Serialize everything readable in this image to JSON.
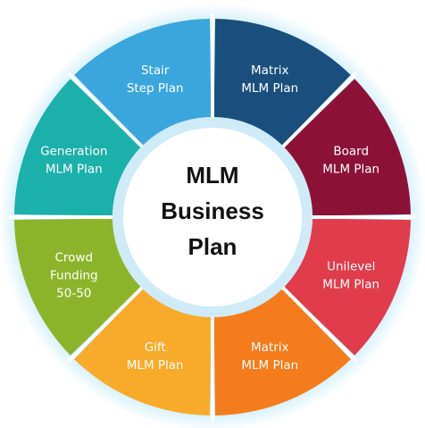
{
  "center": {
    "title_lines": [
      "MLM",
      "Business",
      "Plan"
    ]
  },
  "segments": [
    {
      "lines": [
        "Matrix",
        "MLM Plan"
      ],
      "color": "#1a4f7d"
    },
    {
      "lines": [
        "Board",
        "MLM Plan"
      ],
      "color": "#8b1236"
    },
    {
      "lines": [
        "Unilevel",
        "MLM Plan"
      ],
      "color": "#e03c4c"
    },
    {
      "lines": [
        "Matrix",
        "MLM Plan"
      ],
      "color": "#f47c1c"
    },
    {
      "lines": [
        "Gift",
        "MLM Plan"
      ],
      "color": "#f8aa2a"
    },
    {
      "lines": [
        "Crowd",
        "Funding",
        "50-50"
      ],
      "color": "#8cb42a"
    },
    {
      "lines": [
        "Generation",
        "MLM Plan"
      ],
      "color": "#1cb0ab"
    },
    {
      "lines": [
        "Stair",
        "Step Plan"
      ],
      "color": "#3aa6dc"
    }
  ],
  "colors": {
    "glow": "#5ec8f0",
    "inner_ring": "#cfeaf6",
    "hub": "#ffffff"
  }
}
